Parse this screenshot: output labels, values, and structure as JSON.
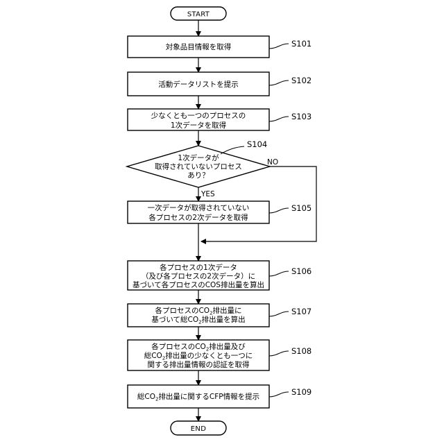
{
  "terminals": {
    "start": "START",
    "end": "END"
  },
  "steps": {
    "s101": {
      "label": "S101",
      "lines": [
        "対象品目情報を取得"
      ]
    },
    "s102": {
      "label": "S102",
      "lines": [
        "活動データリストを提示"
      ]
    },
    "s103": {
      "label": "S103",
      "lines": [
        "少なくとも一つのプロセスの",
        "1次データを取得"
      ]
    },
    "s104": {
      "label": "S104",
      "lines": [
        "1次データが",
        "取得されていないプロセス",
        "あり？"
      ]
    },
    "s105": {
      "label": "S105",
      "lines": [
        "一次データが取得されていない",
        "各プロセスの2次データを取得"
      ]
    },
    "s106": {
      "label": "S106",
      "lines": [
        "各プロセスの1次データ",
        "（及び各プロセスの2次データ）に",
        "基づいて各プロセスのCOS排出量を算出"
      ]
    },
    "s107": {
      "label": "S107",
      "lines": [
        {
          "a": "各プロセスのCO",
          "sub": "2",
          "b": "排出量に"
        },
        {
          "a": "基づいて総CO",
          "sub": "2",
          "b": "排出量を算出"
        }
      ]
    },
    "s108": {
      "label": "S108",
      "lines": [
        {
          "a": "各プロセスのCO",
          "sub": "2",
          "b": "排出量及び"
        },
        {
          "a": "総CO",
          "sub": "2",
          "b": "排出量の少なくとも一つに"
        },
        {
          "a": "関する排出量情報の認証を取得",
          "sub": "",
          "b": ""
        }
      ]
    },
    "s109": {
      "label": "S109",
      "lines": [
        {
          "a": "総CO",
          "sub": "2",
          "b": "排出量に関するCFP情報を提示"
        }
      ]
    }
  },
  "branches": {
    "yes": "YES",
    "no": "NO"
  }
}
